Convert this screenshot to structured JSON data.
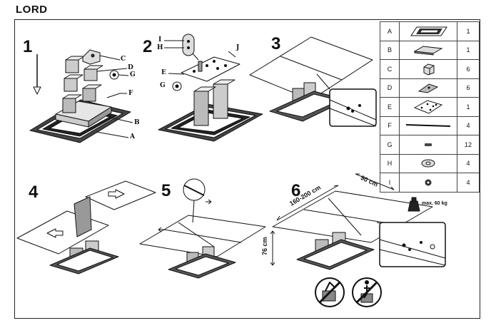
{
  "title": "LORD",
  "steps": [
    "1",
    "2",
    "3",
    "4",
    "5",
    "6"
  ],
  "labels": {
    "step1": [
      "C",
      "D",
      "G",
      "F",
      "B",
      "A"
    ],
    "step2": [
      "I",
      "H",
      "J",
      "E",
      "G"
    ]
  },
  "dimensions": {
    "length": "160-200 cm",
    "width": "90 cm",
    "height": "76 cm",
    "max_load": "max. 60 kg"
  },
  "parts": [
    {
      "code": "A",
      "qty": "1",
      "icon": "frame-panel-icon"
    },
    {
      "code": "B",
      "qty": "1",
      "icon": "plate-icon"
    },
    {
      "code": "C",
      "qty": "6",
      "icon": "block-icon"
    },
    {
      "code": "D",
      "qty": "6",
      "icon": "wedge-icon"
    },
    {
      "code": "E",
      "qty": "1",
      "icon": "mount-plate-icon"
    },
    {
      "code": "F",
      "qty": "4",
      "icon": "rod-icon"
    },
    {
      "code": "G",
      "qty": "12",
      "icon": "screw-icon"
    },
    {
      "code": "H",
      "qty": "4",
      "icon": "washer-icon"
    },
    {
      "code": "I",
      "qty": "4",
      "icon": "nut-icon"
    }
  ]
}
